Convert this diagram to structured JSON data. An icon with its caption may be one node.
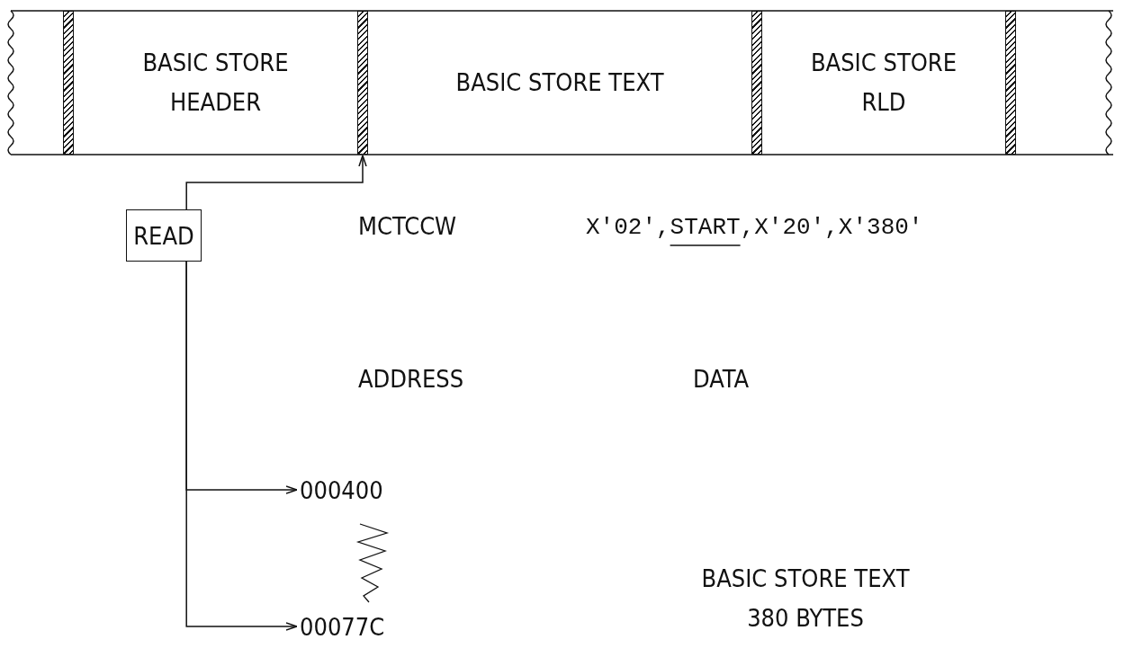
{
  "diagram": {
    "nodes": [
      {
        "text": [
          "BASIC STORE HEADER"
        ]
      },
      {
        "text": [
          "BASIC STORE TEXT"
        ]
      },
      {
        "text": [
          "BASIC STORE RLD"
        ]
      },
      {
        "text": [],
        "shape": "bar"
      },
      {
        "text": [],
        "shape": "bar"
      },
      {
        "text": [],
        "shape": "bar"
      },
      {
        "text": [],
        "shape": "bar"
      },
      {
        "text": [
          "READ"
        ]
      },
      {
        "text": [
          "000400"
        ]
      },
      {
        "text": [
          "00077C"
        ]
      }
    ],
    "edges": [
      {
        "from": 7,
        "to": 4,
        "arrow": "to"
      },
      {
        "from": 7,
        "to": 8,
        "arrow": "to"
      },
      {
        "from": 7,
        "to": 9,
        "arrow": "to"
      }
    ],
    "labels": [
      "MCTCCW",
      "X'02',START,X'20',X'380'",
      "ADDRESS",
      "DATA",
      "BASIC STORE TEXT 380 BYTES"
    ]
  }
}
